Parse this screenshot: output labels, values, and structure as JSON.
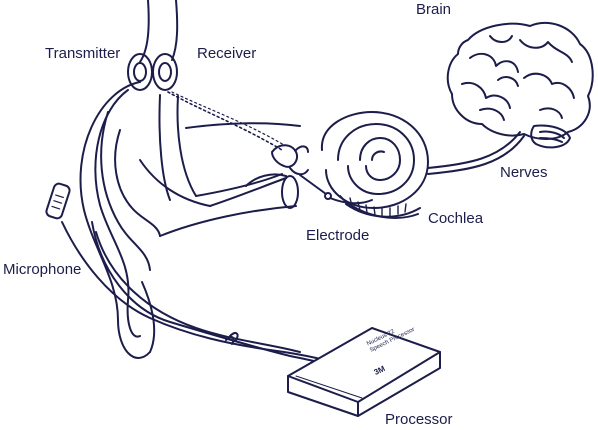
{
  "labels": {
    "brain": "Brain",
    "transmitter": "Transmitter",
    "receiver": "Receiver",
    "nerves": "Nerves",
    "cochlea": "Cochlea",
    "electrode": "Electrode",
    "microphone": "Microphone",
    "processor": "Processor"
  },
  "processor_device": {
    "text_lines": [
      "Nucleus 22",
      "Speech Processor"
    ],
    "badge": "3M"
  },
  "colors": {
    "ink": "#1c1d4a",
    "background": "#ffffff"
  }
}
